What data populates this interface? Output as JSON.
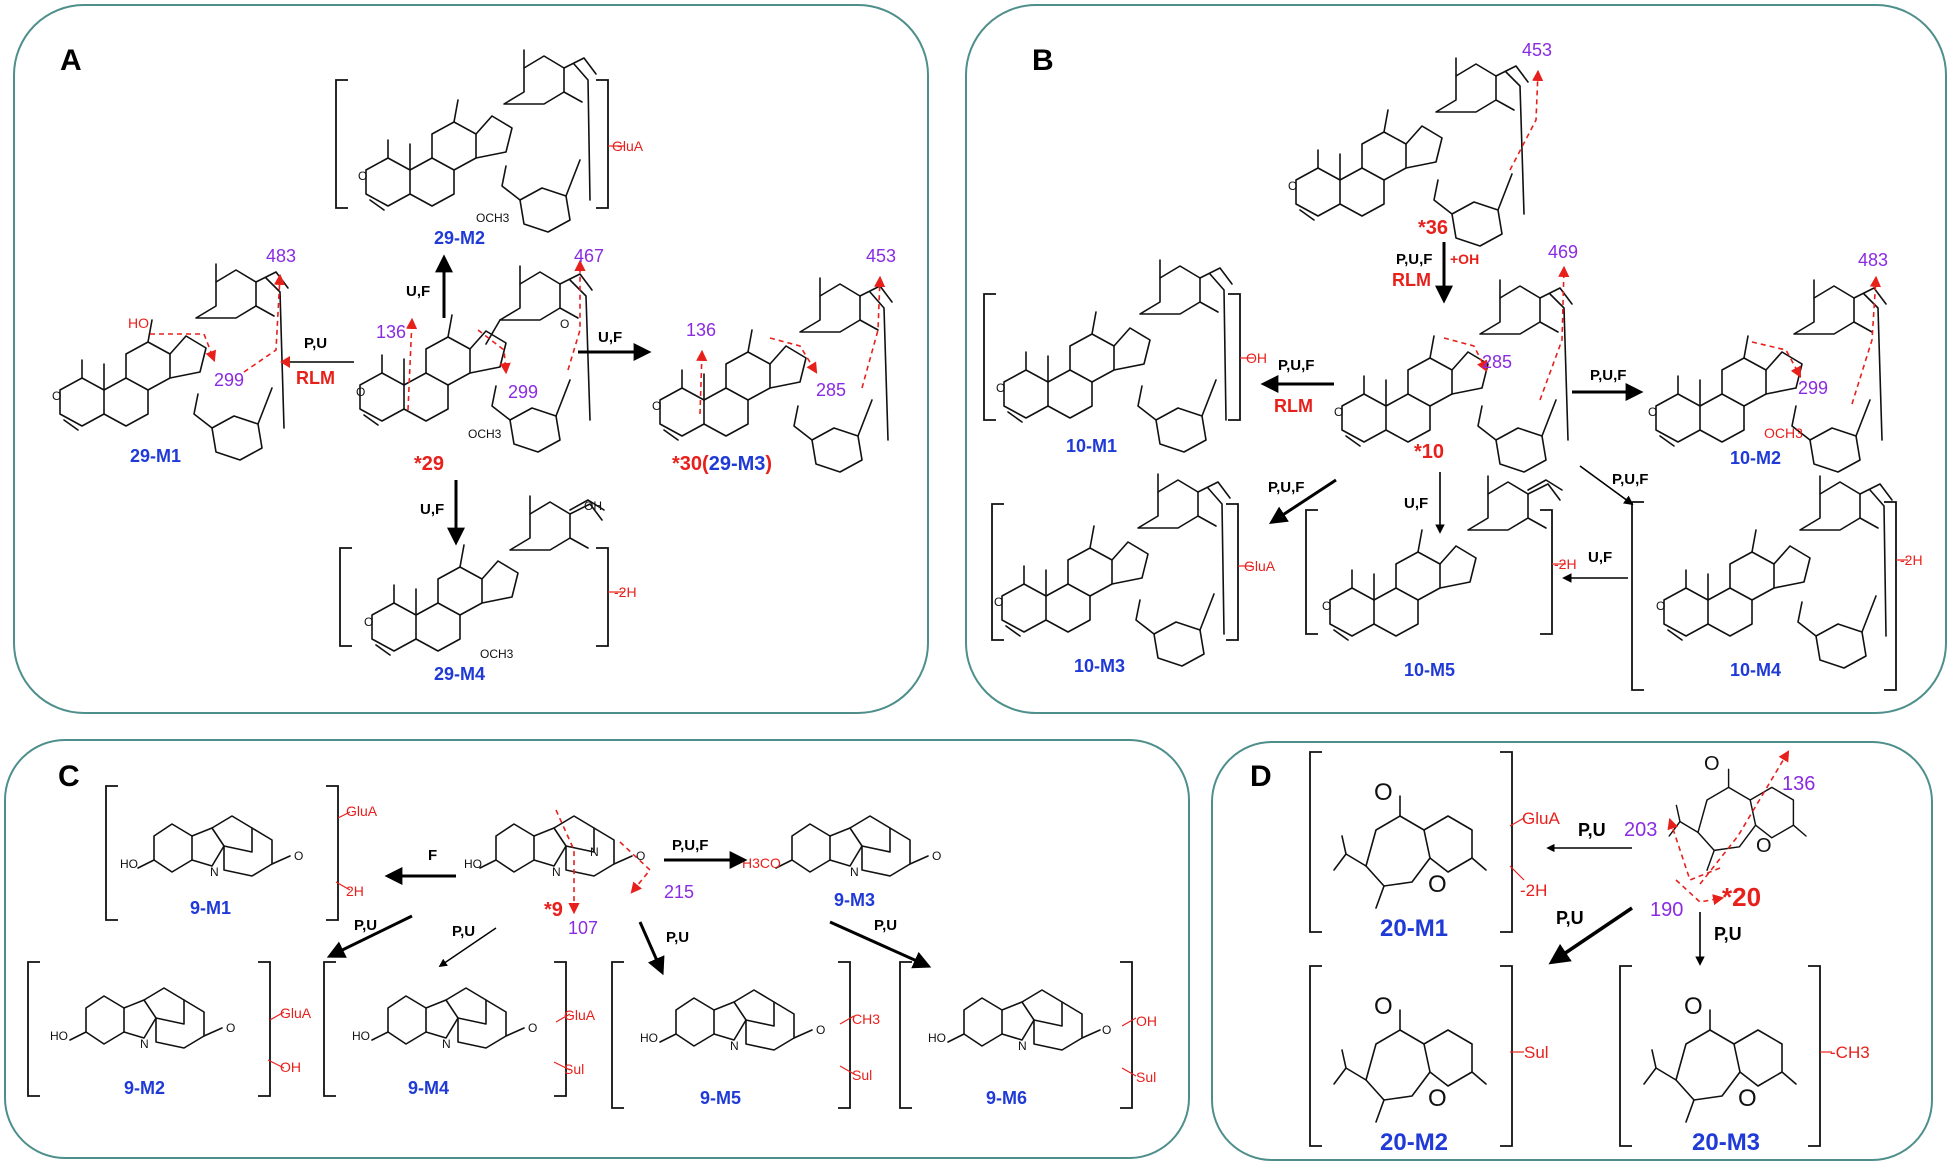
{
  "panels": {
    "A": {
      "label": "A",
      "parent": "*29",
      "products": [
        "29-M1",
        "29-M2",
        "29-M4"
      ],
      "product_30_prefix": "*30(",
      "product_30_name": "29-M3",
      "product_30_suffix": ")",
      "conditions": {
        "to_m1": "P,U",
        "to_m2": "U,F",
        "to_m3": "U,F",
        "to_m4": "U,F"
      },
      "rlm": "RLM",
      "fragments": {
        "m1_top": "483",
        "m1_mid": "299",
        "p_left": "136",
        "p_mid": "299",
        "p_top": "467",
        "m3_left": "136",
        "m3_mid": "285",
        "m3_top": "453"
      },
      "substituents": {
        "m2": "GluA",
        "m4": "-2H"
      }
    },
    "B": {
      "label": "B",
      "top_parent": "*36",
      "parent": "*10",
      "products": [
        "10-M1",
        "10-M2",
        "10-M3",
        "10-M4",
        "10-M5"
      ],
      "conditions": {
        "to_10": "P,U,F",
        "to_m1": "P,U,F",
        "to_m2": "P,U,F",
        "to_m3": "P,U,F",
        "to_m4": "P,U,F",
        "to_m5": "U,F",
        "m4_to_m5": "U,F"
      },
      "oh_note": "+OH",
      "rlm_top": "RLM",
      "rlm_m1": "RLM",
      "fragments": {
        "top": "453",
        "p_top": "469",
        "p_mid": "285",
        "m2_top": "483",
        "m2_mid": "299"
      },
      "substituents": {
        "m1": "OH",
        "m3": "GluA",
        "m5": "-2H",
        "m4": "-2H"
      }
    },
    "C": {
      "label": "C",
      "parent": "*9",
      "products": [
        "9-M1",
        "9-M2",
        "9-M3",
        "9-M4",
        "9-M5",
        "9-M6"
      ],
      "conditions": {
        "to_m1": "F",
        "to_m2": "P,U",
        "to_m3": "P,U,F",
        "to_m4": "P,U",
        "to_m5": "P,U",
        "to_m6": "P,U"
      },
      "fragments": {
        "a": "107",
        "b": "215"
      },
      "substituents": {
        "m1_a": "GluA",
        "m1_b": "2H",
        "m2_a": "GluA",
        "m2_b": "OH",
        "m4_a": "GluA",
        "m4_b": "Sul",
        "m5_a": "CH3",
        "m5_b": "Sul",
        "m6_a": "OH",
        "m6_b": "Sul"
      },
      "m3_group": "H3CO"
    },
    "D": {
      "label": "D",
      "parent": "*20",
      "products": [
        "20-M1",
        "20-M2",
        "20-M3"
      ],
      "conditions": {
        "to_m1": "P,U",
        "to_m2": "P,U",
        "to_m3": "P,U"
      },
      "fragments": {
        "a": "136",
        "b": "203",
        "c": "190"
      },
      "substituents": {
        "m1_a": "GluA",
        "m1_b": "-2H",
        "m2": "Sul",
        "m3": "-CH3"
      }
    }
  },
  "atoms": {
    "O": "O",
    "OH": "OH",
    "HO": "HO",
    "H": "H",
    "N": "N",
    "OCH3": "OCH3"
  }
}
